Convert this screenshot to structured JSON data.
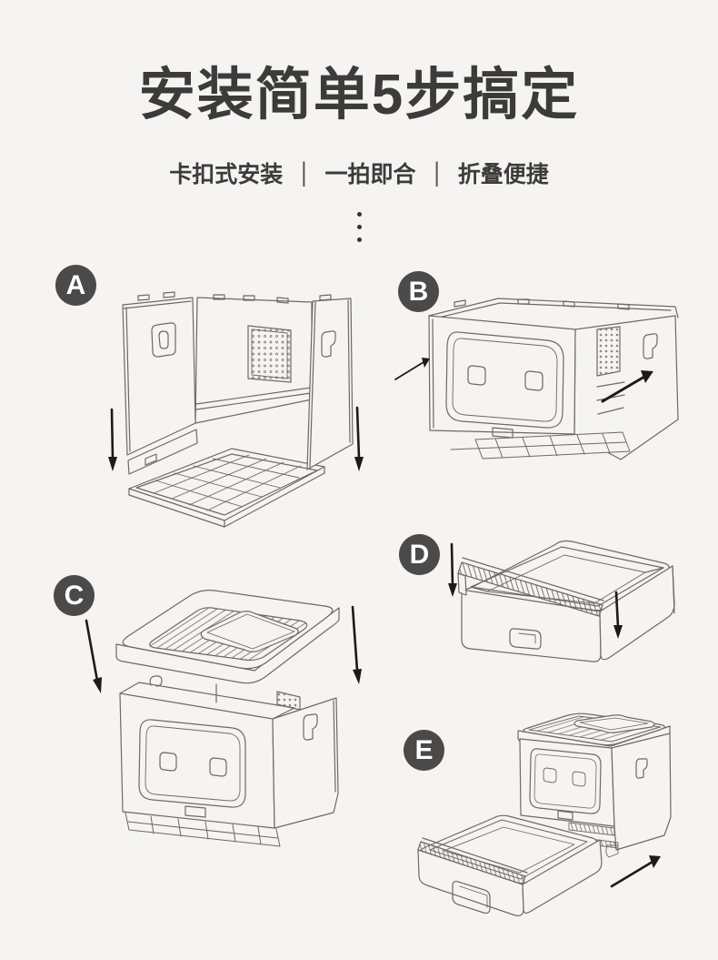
{
  "page": {
    "background_color": "#f5f4f2",
    "text_color": "#3c3b3a"
  },
  "header": {
    "title": "安装简单5步搞定",
    "subtitle_items": [
      "卡扣式安装",
      "一拍即合",
      "折叠便捷"
    ],
    "separator": "|"
  },
  "divider": {
    "type": "vertical-ellipsis",
    "dot_count": 3
  },
  "steps": [
    {
      "label": "A",
      "illustration": "three folded side panels standing above detached base grid, two down arrows"
    },
    {
      "label": "B",
      "illustration": "front door panel snapped onto assembled walls over base grid, two diagonal arrows"
    },
    {
      "label": "C",
      "illustration": "ribbed top lid with opening lowered onto box, two down arrows"
    },
    {
      "label": "D",
      "illustration": "sieve grate strip placed onto open drawer tray, two down arrows"
    },
    {
      "label": "E",
      "illustration": "drawer slid back into finished litter box, one diagonal arrow"
    }
  ],
  "colors": {
    "badge": "#4c4a48",
    "badge_text": "#ffffff",
    "line_art": "#6e6964",
    "arrow": "#1d1a18"
  }
}
